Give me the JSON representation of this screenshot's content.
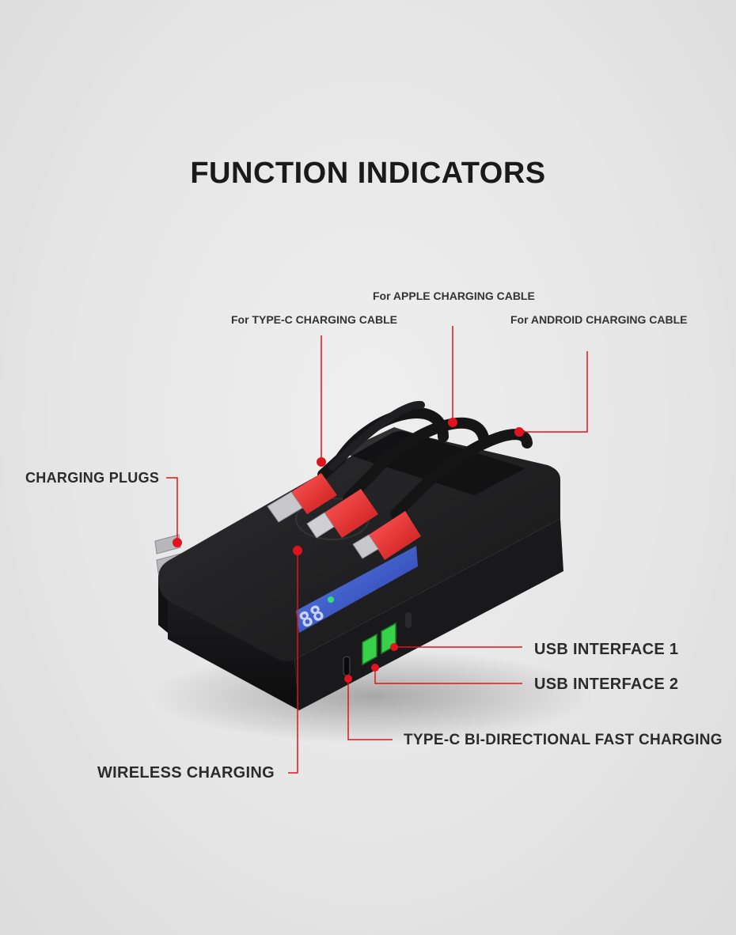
{
  "title": "FUNCTION INDICATORS",
  "labels": {
    "apple_cable": "For APPLE CHARGING CABLE",
    "type_c_cable": "For TYPE-C CHARGING CABLE",
    "android_cable": "For ANDROID CHARGING CABLE",
    "charging_plugs": "CHARGING PLUGS",
    "usb_interface_1": "USB INTERFACE 1",
    "usb_interface_2": "USB INTERFACE 2",
    "type_c_port": "TYPE-C BI-DIRECTIONAL FAST CHARGING",
    "wireless_charging": "WIRELESS CHARGING"
  },
  "display": {
    "digits": "88"
  },
  "colors": {
    "accent": "#e0141e",
    "body": "#1c1c1e",
    "connector": "#e23a3a",
    "usb_port": "#38d24a",
    "screen": "#3a55c4",
    "indicator_led": "#2ee07a"
  },
  "icons": [
    "power-bank-image"
  ]
}
